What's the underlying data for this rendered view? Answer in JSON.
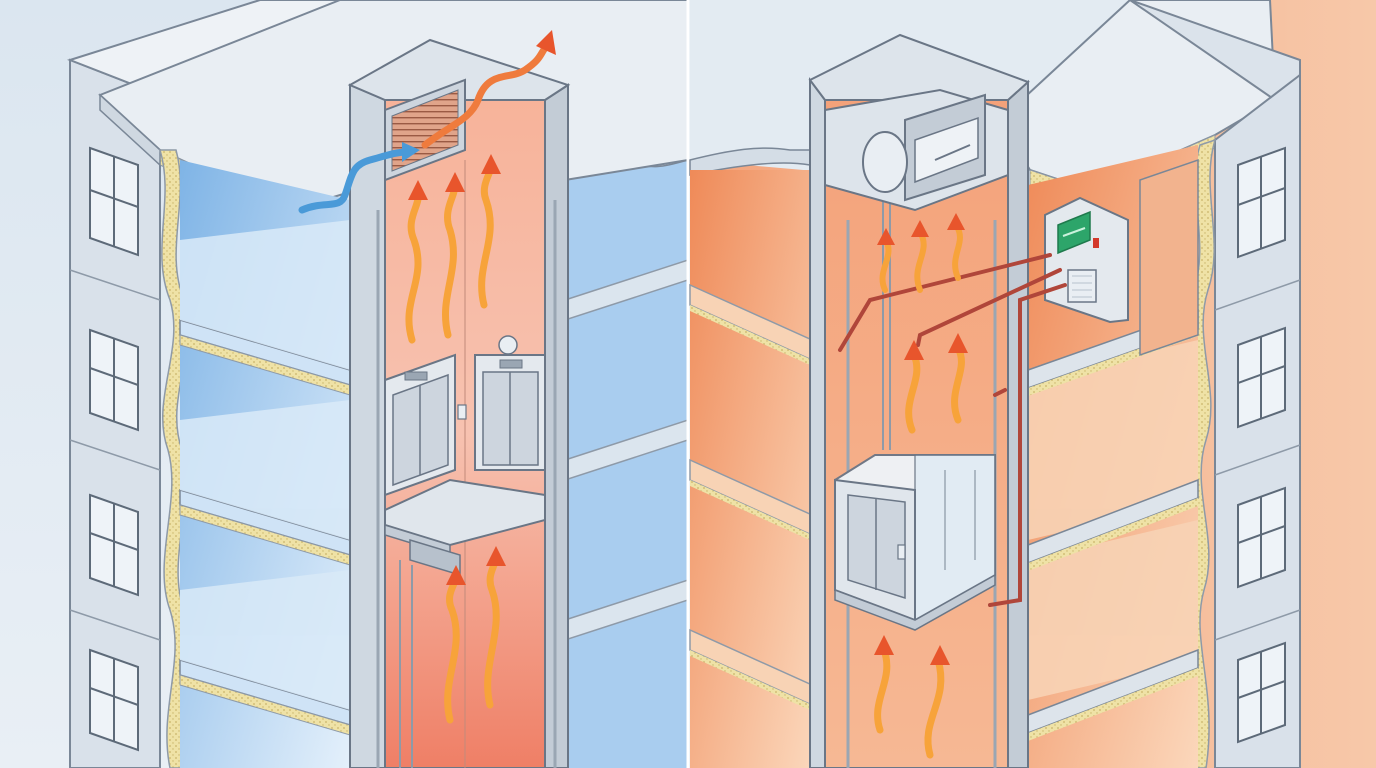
{
  "figure": {
    "panels": [
      {
        "id": "left",
        "description_shown": "",
        "ambient": "cool",
        "components": [
          "building-section",
          "elevator-shaft",
          "top-vent-louver",
          "elevator-car",
          "elevator-doors",
          "heat-arrows",
          "cold-air-inflow"
        ]
      },
      {
        "id": "right",
        "description_shown": "",
        "ambient": "warm",
        "components": [
          "building-section",
          "elevator-shaft",
          "machine-room-unit",
          "control-panel",
          "elevator-car",
          "heat-arrows",
          "pipes"
        ]
      }
    ],
    "colors": {
      "background": "#dfe8f1",
      "wall": "#d9e1ea",
      "wall_edge": "#7a8797",
      "insulation": "#efe2a6",
      "cool_floor": "#b9d7f2",
      "cool_deep": "#7fb4e6",
      "warm_floor": "#f7c39a",
      "warm_deep": "#ef8a58",
      "shaft_heat": "#f39a7a",
      "arrow_hot": "#e8552c",
      "arrow_warm": "#f7a33a",
      "arrow_cold": "#4a9ad8",
      "pipe": "#b0463a",
      "panel_green": "#2da56a",
      "divider": "#ffffff"
    },
    "icons": {
      "heat_flow": "wavy-up-arrow-icon",
      "cold_flow": "wavy-inflow-arrow-icon",
      "vent": "louver-vent-icon",
      "call_button": "call-button-icon",
      "control_panel": "control-panel-icon"
    }
  }
}
